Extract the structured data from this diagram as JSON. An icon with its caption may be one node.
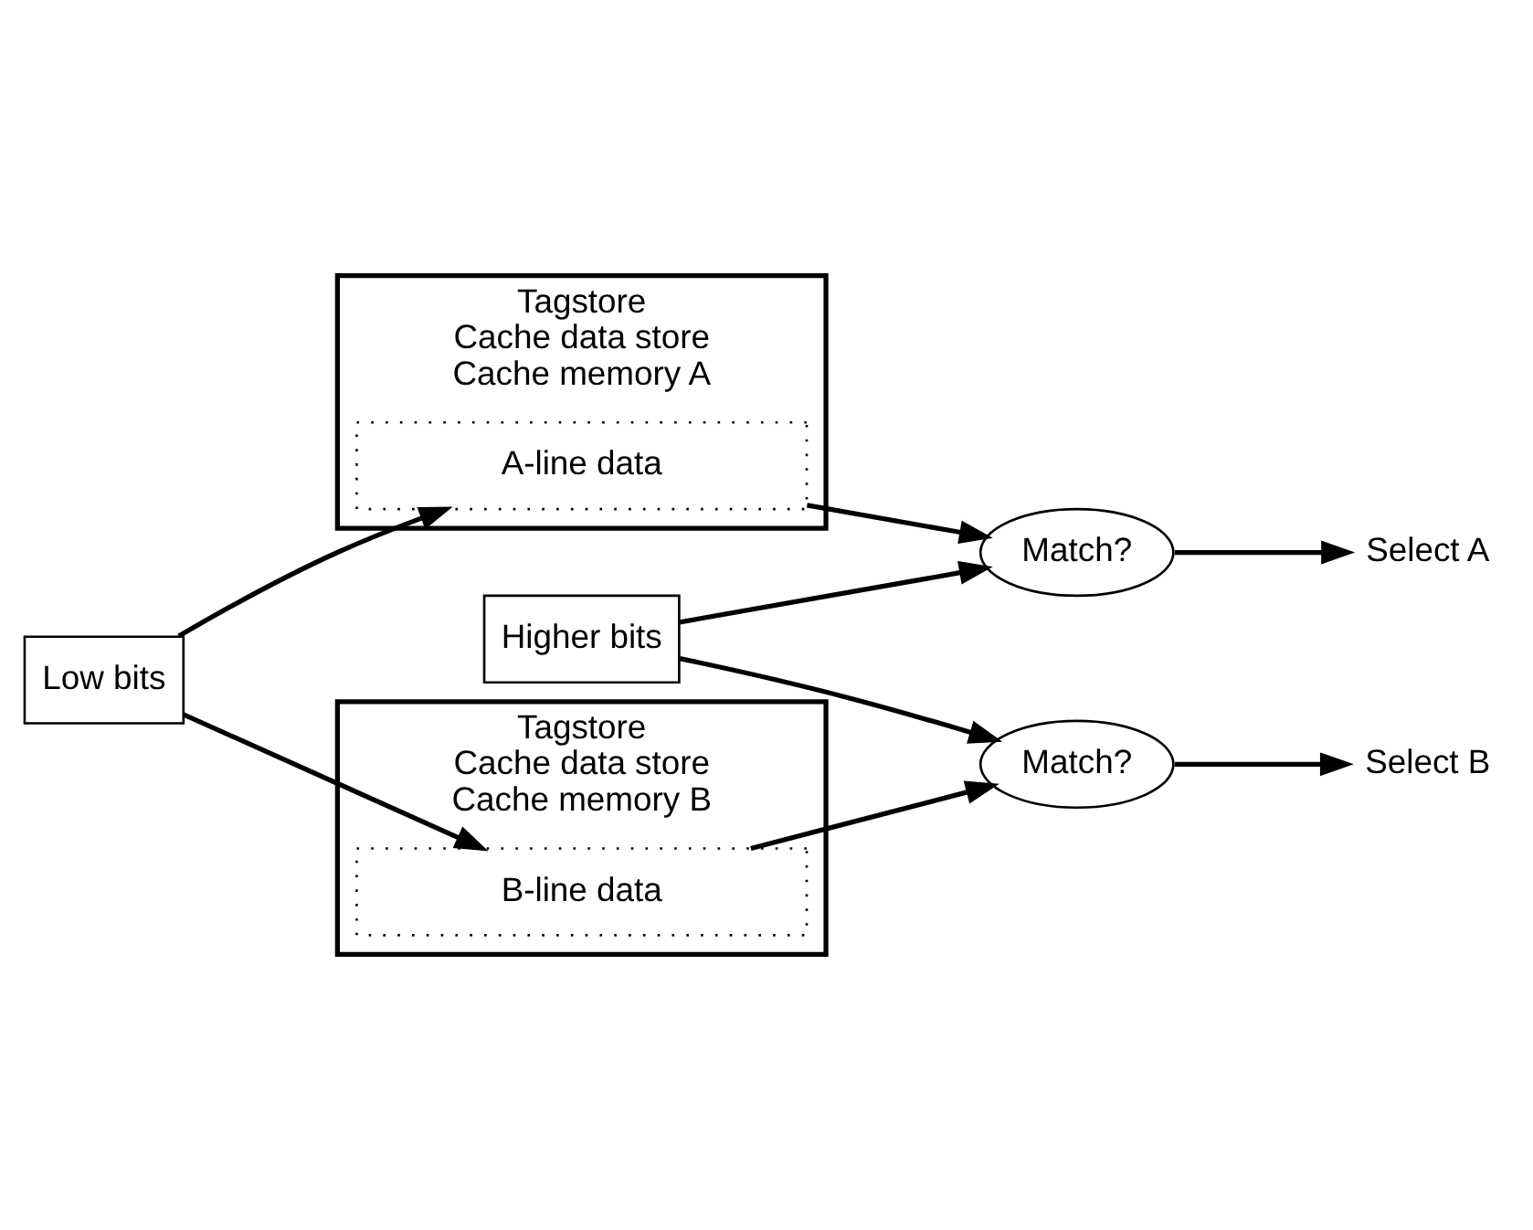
{
  "diagram": {
    "nodes": [
      {
        "text": [
          "Higher bits"
        ]
      },
      {
        "text": [
          "Low bits"
        ]
      },
      {
        "text": [
          "Match?"
        ]
      },
      {
        "text": [
          "Match?"
        ]
      },
      {
        "text": [
          "Select A"
        ]
      },
      {
        "text": [
          "Select B"
        ]
      },
      {
        "text": [
          "Tagstore",
          "Cache data store",
          "Cache memory A"
        ]
      },
      {
        "text": [
          "A-line data"
        ],
        "in": 6
      },
      {
        "text": [
          "Tagstore",
          "Cache data store",
          "Cache memory B"
        ]
      },
      {
        "text": [
          "B-line data"
        ],
        "in": 8
      }
    ],
    "edges": [
      {
        "from": 0,
        "to": 2,
        "arrow": "to"
      },
      {
        "from": 1,
        "to": 7,
        "arrow": "to"
      },
      {
        "from": 7,
        "to": 2,
        "arrow": "to"
      },
      {
        "from": 2,
        "to": 4,
        "arrow": "to"
      },
      {
        "from": 0,
        "to": 3,
        "arrow": "to"
      },
      {
        "from": 1,
        "to": 9,
        "arrow": "to"
      },
      {
        "from": 9,
        "to": 3,
        "arrow": "to"
      },
      {
        "from": 3,
        "to": 5,
        "arrow": "to"
      }
    ]
  }
}
